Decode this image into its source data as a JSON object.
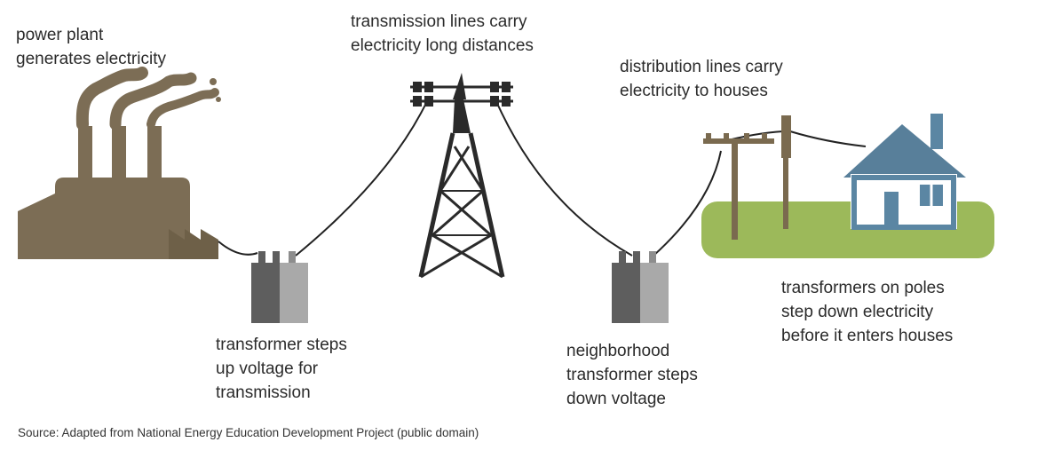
{
  "labels": {
    "power_plant": [
      "power plant",
      "generates electricity"
    ],
    "transmission_lines": [
      "transmission lines carry",
      "electricity long distances"
    ],
    "distribution_lines": [
      "distribution lines carry",
      "electricity to houses"
    ],
    "step_up_transformer": [
      "transformer steps",
      "up voltage for",
      "transmission"
    ],
    "neighborhood_transformer": [
      "neighborhood",
      "transformer steps",
      "down voltage"
    ],
    "pole_transformers": [
      "transformers on poles",
      "step down electricity",
      "before it enters houses"
    ]
  },
  "source": "Source: Adapted from National Energy Education Development Project (public domain)",
  "colors": {
    "factory": "#7c6d55",
    "factory_dark": "#6e6048",
    "smoke": "#7c6d55",
    "wire": "#222222",
    "tower": "#2a2a2a",
    "transformer_dark": "#5e5e5e",
    "transformer_light": "#a9a9a9",
    "pole": "#7a6a4f",
    "ground": "#9cb95a",
    "house": "#5b86a3",
    "house_roof": "#587f9a"
  }
}
